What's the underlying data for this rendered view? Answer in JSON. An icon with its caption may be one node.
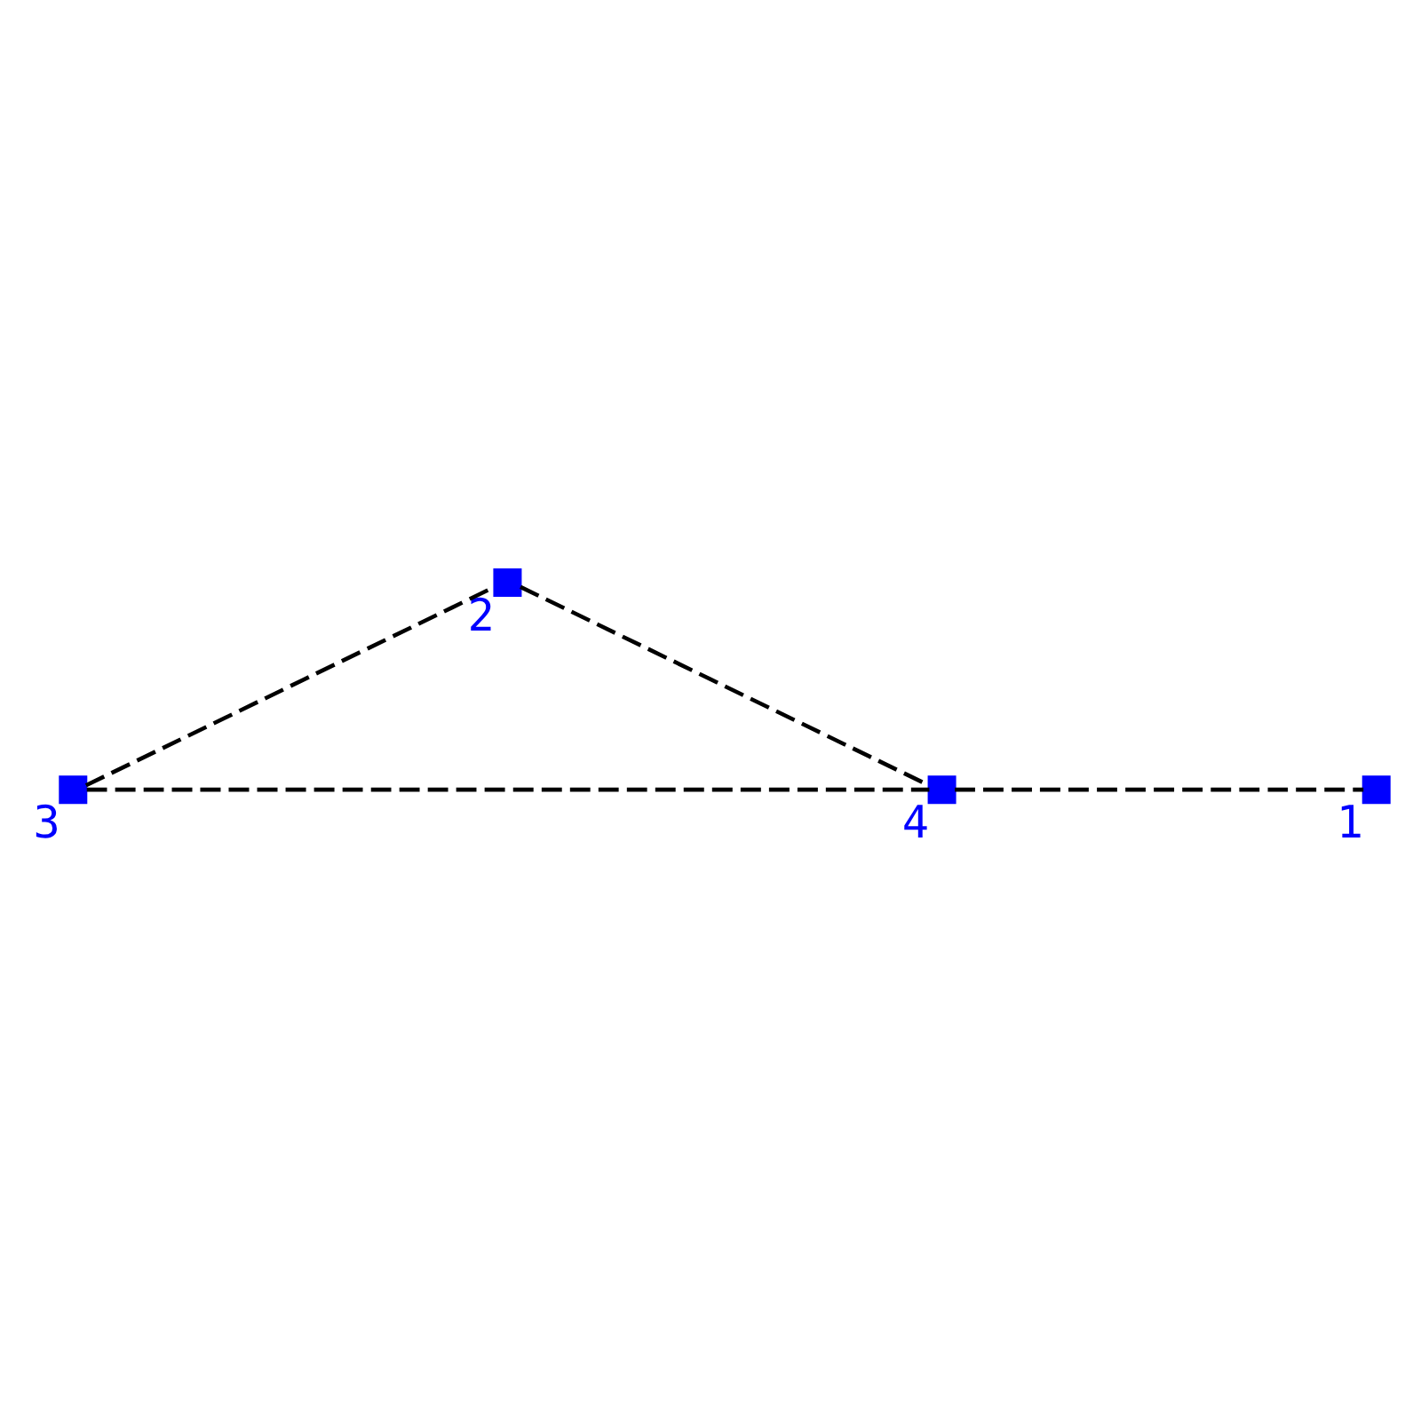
{
  "diagram": {
    "nodes": [
      {
        "text": [],
        "shape": "box",
        "beside": [
          "3"
        ]
      },
      {
        "text": [],
        "shape": "box",
        "beside": [
          "2"
        ]
      },
      {
        "text": [],
        "shape": "box",
        "beside": [
          "4"
        ]
      },
      {
        "text": [],
        "shape": "box",
        "beside": [
          "1"
        ]
      }
    ],
    "edges": [
      {
        "from": 0,
        "to": 1,
        "arrow": "none",
        "style": "dashed"
      },
      {
        "from": 0,
        "to": 2,
        "arrow": "none",
        "style": "dashed"
      },
      {
        "from": 1,
        "to": 2,
        "arrow": "none",
        "style": "dashed"
      },
      {
        "from": 2,
        "to": 3,
        "arrow": "none",
        "style": "dashed"
      }
    ]
  }
}
